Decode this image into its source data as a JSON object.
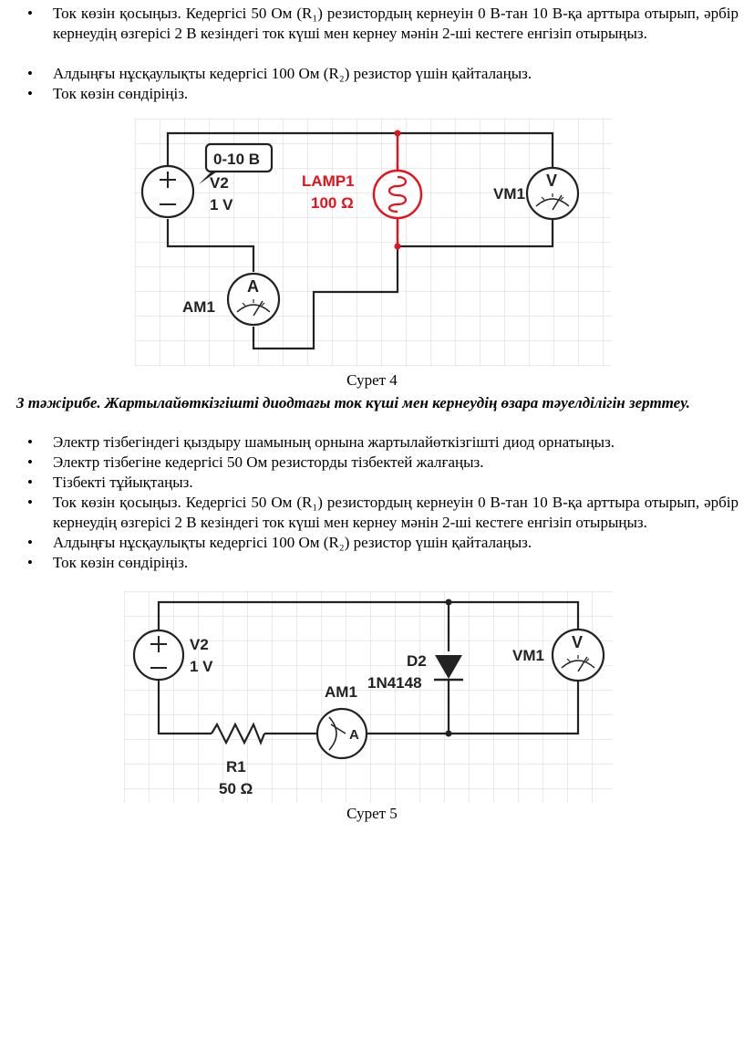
{
  "section1": {
    "items": [
      "Ток көзін қосыңыз. Кедергісі 50 Ом (R₁) резистордың кернеуін 0 В-тан 10 В-қа арттыра отырып, әрбір  кернеудің өзгерісі 2 В кезіндегі ток күші мен кернеу мәнін 2-ші кестеге енгізіп отырыңыз.",
      "Алдыңғы нұсқаулықты кедергісі 100 Ом (R₂) резистор үшін қайталаңыз.",
      "Ток көзін сөндіріңіз."
    ]
  },
  "figure4": {
    "range_label": "0-10 В",
    "source_label": "V2",
    "source_value": "1 V",
    "lamp_label": "LAMP1",
    "lamp_value": "100 Ω",
    "voltmeter_label": "VM1",
    "ammeter_label": "AM1",
    "voltmeter_symbol": "V",
    "ammeter_symbol": "A",
    "caption": "Сурет 4"
  },
  "section2": {
    "heading": "3 тәжірибе. Жартылайөткізгішті диодтағы ток күші мен кернеудің өзара тәуелділігін зерттеу.",
    "items": [
      "Электр тізбегіндегі қыздыру шамының орнына жартылайөткізгішті диод орнатыңыз.",
      "Электр тізбегіне кедергісі 50 Ом резисторды тізбектей жалғаңыз.",
      "Тізбекті тұйықтаңыз.",
      "Ток көзін қосыңыз. Кедергісі 50 Ом (R₁) резистордың кернеуін 0 В-тан 10 В-қа арттыра отырып, әрбір  кернеудің өзгерісі 2 В кезіндегі ток күші мен кернеу мәнін 2-ші кестеге енгізіп отырыңыз.",
      "Алдыңғы нұсқаулықты кедергісі 100 Ом (R₂) резистор үшін қайталаңыз.",
      "Ток көзін сөндіріңіз."
    ]
  },
  "figure5": {
    "source_label": "V2",
    "source_value": "1 V",
    "diode_label": "D2",
    "diode_model": "1N4148",
    "voltmeter_label": "VM1",
    "ammeter_label": "AM1",
    "resistor_label": "R1",
    "resistor_value": "50 Ω",
    "voltmeter_symbol": "V",
    "ammeter_symbol": "A",
    "caption": "Сурет 5"
  },
  "bullet_glyph": "•",
  "colors": {
    "lamp": "#e8101a",
    "wire": "#222222",
    "grid": "#d4d4d4"
  }
}
